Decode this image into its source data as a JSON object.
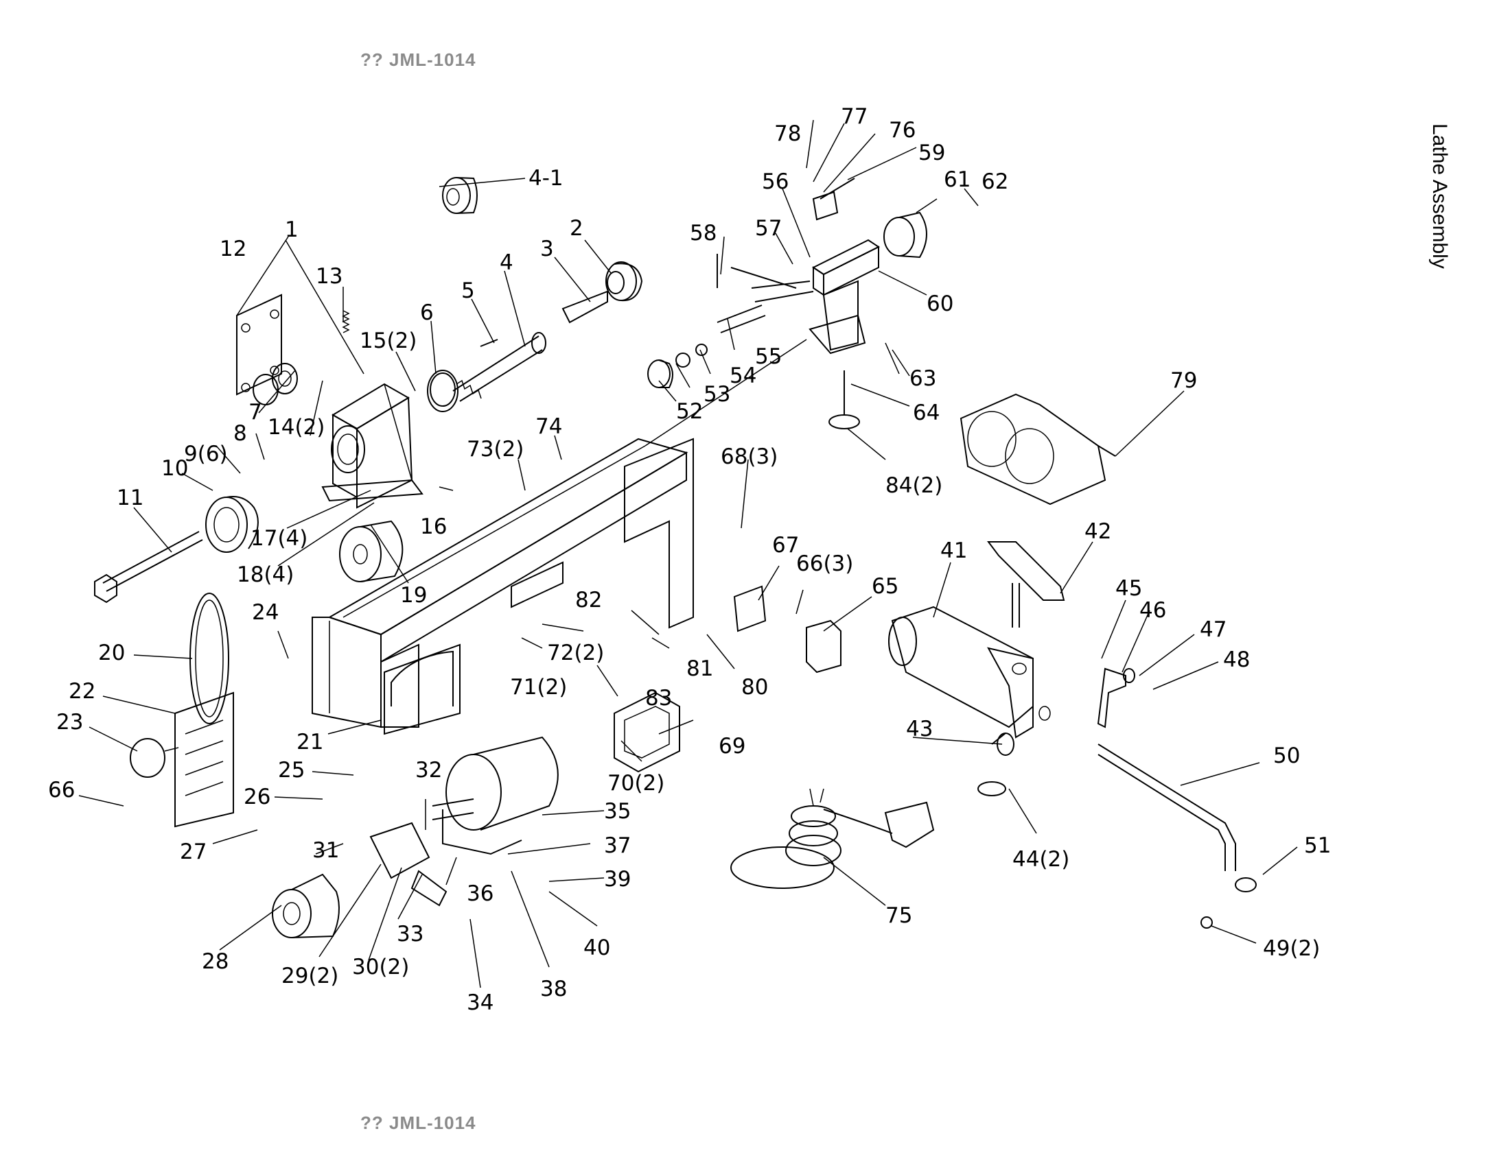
{
  "header": {
    "model_top": "?? JML-1014",
    "model_bottom": "?? JML-1014"
  },
  "title": "Lathe Assembly",
  "callouts": [
    "1",
    "2",
    "3",
    "4",
    "4-1",
    "5",
    "6",
    "7",
    "8",
    "9(6)",
    "10",
    "11",
    "12",
    "13",
    "14(2)",
    "15(2)",
    "16",
    "17(4)",
    "18(4)",
    "19",
    "20",
    "21",
    "22",
    "23",
    "24",
    "25",
    "26",
    "27",
    "28",
    "29(2)",
    "30(2)",
    "31",
    "32",
    "33",
    "34",
    "35",
    "36",
    "37",
    "38",
    "39",
    "40",
    "41",
    "42",
    "43",
    "44(2)",
    "45",
    "46",
    "47",
    "48",
    "49(2)",
    "50",
    "51",
    "52",
    "53",
    "54",
    "55",
    "56",
    "57",
    "58",
    "59",
    "60",
    "61",
    "62",
    "63",
    "64",
    "65",
    "66",
    "66(3)",
    "67",
    "68(3)",
    "69",
    "70(2)",
    "71(2)",
    "72(2)",
    "73(2)",
    "74",
    "75",
    "76",
    "77",
    "78",
    "79",
    "80",
    "81",
    "82",
    "83",
    "84(2)"
  ]
}
